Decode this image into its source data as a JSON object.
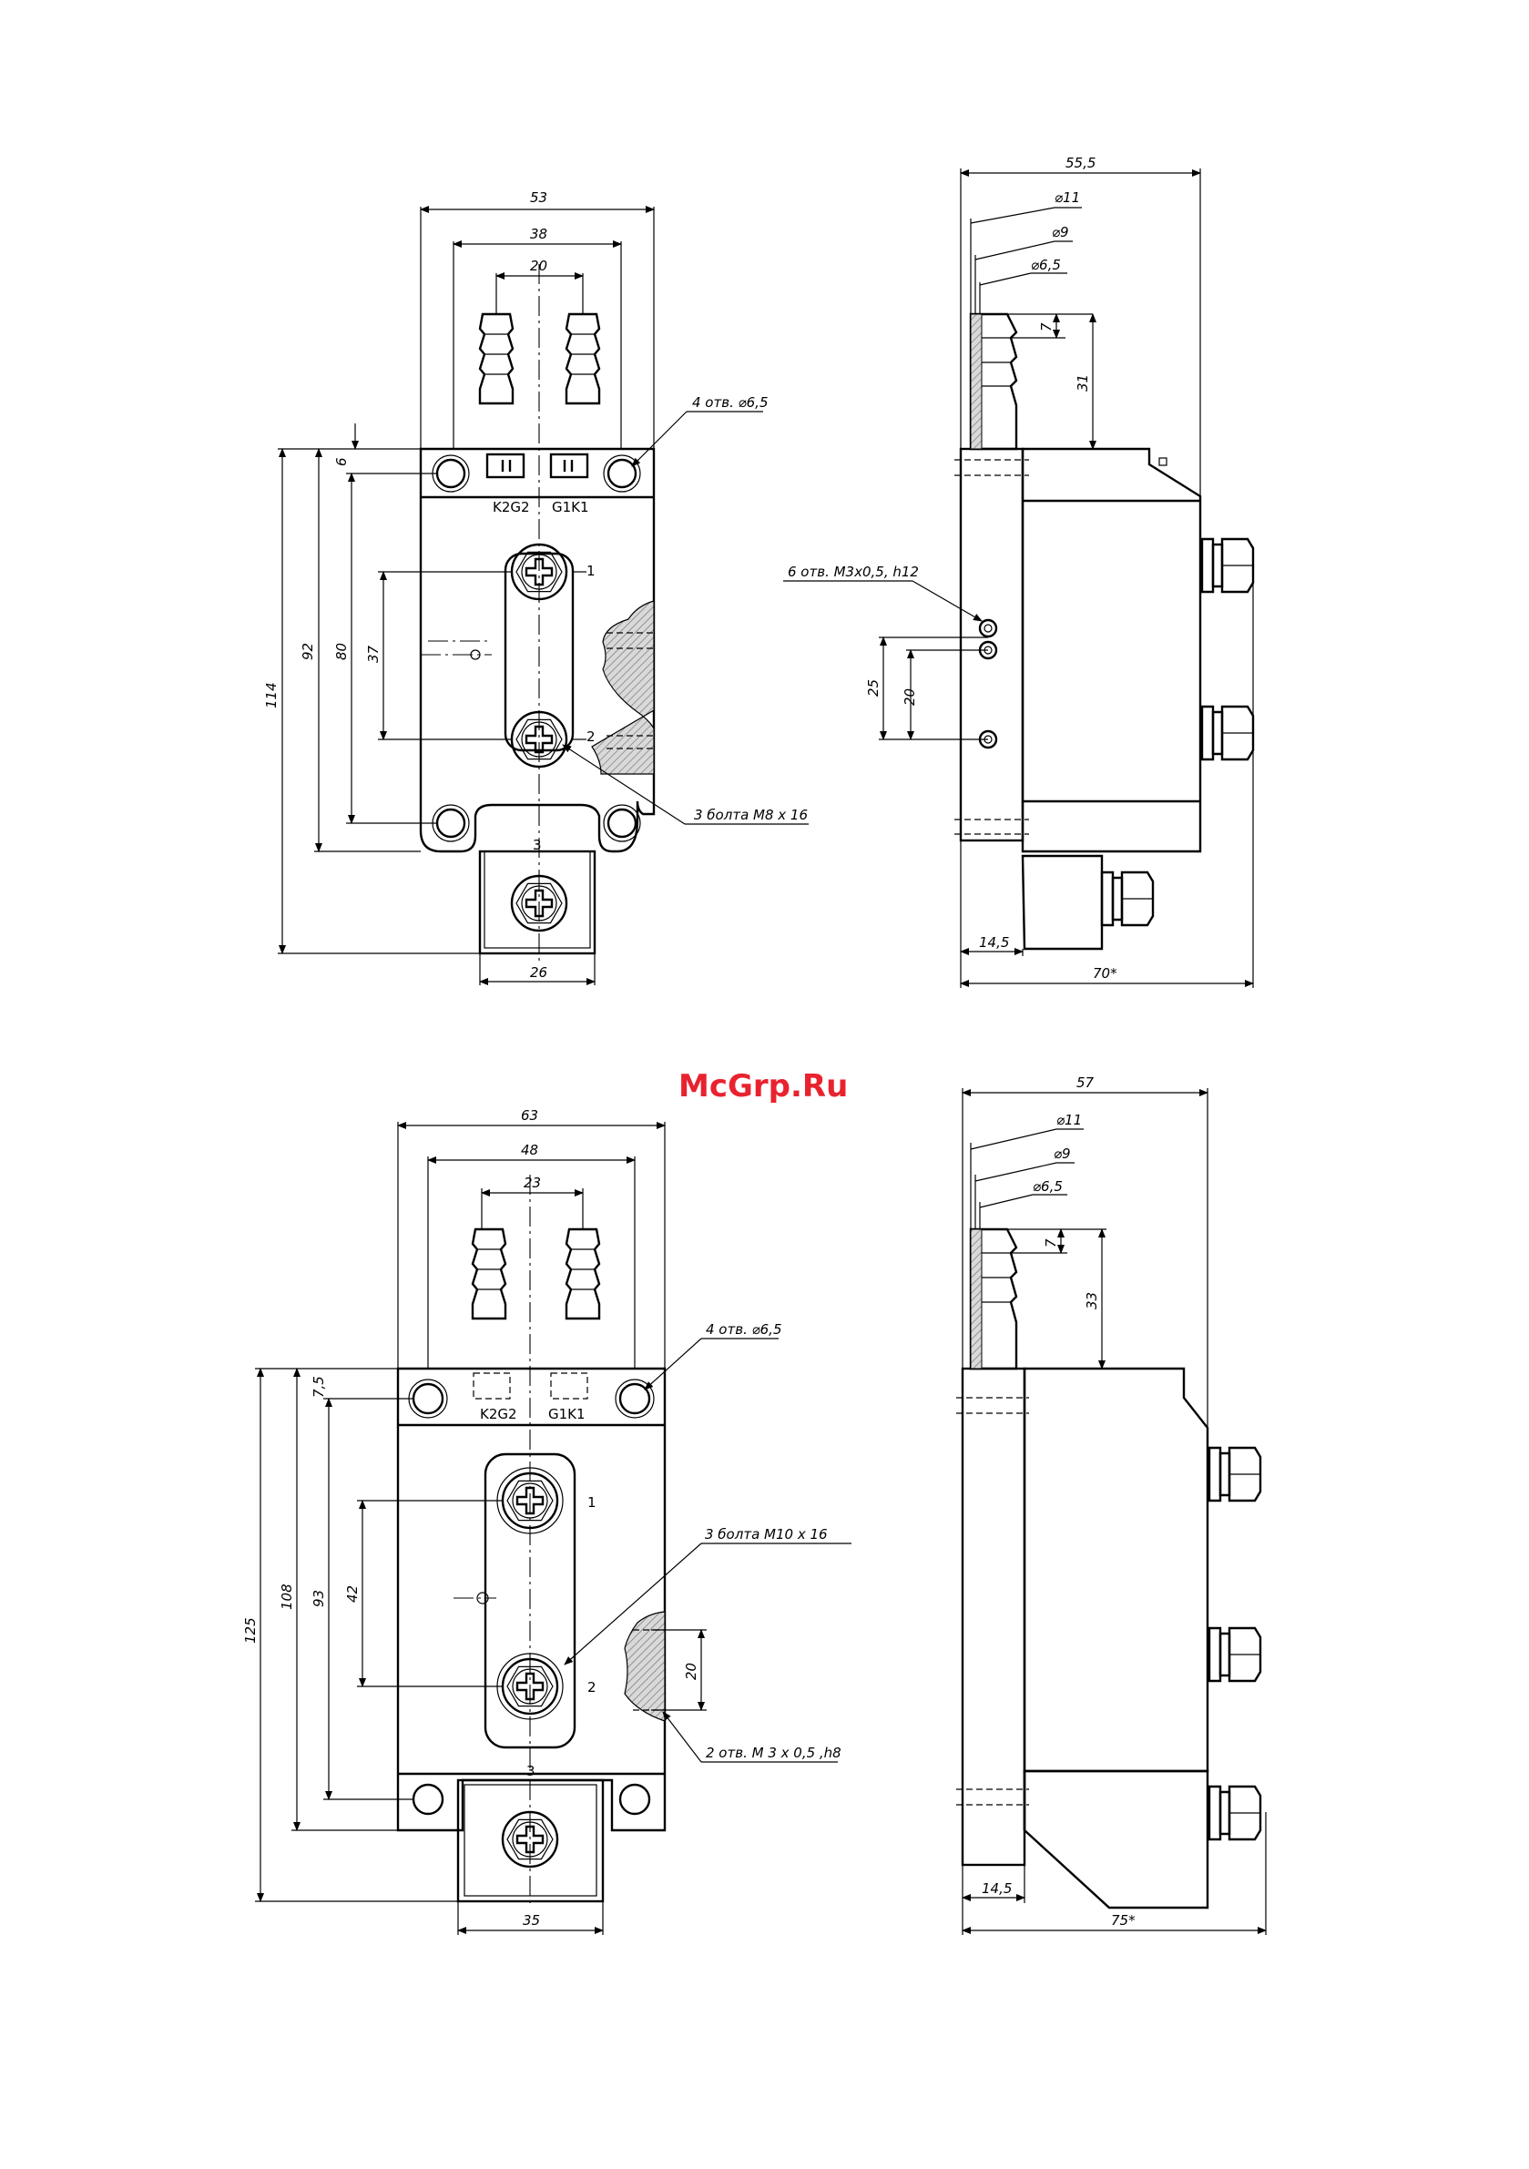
{
  "watermark": "McGrp.Ru",
  "colors": {
    "line": "#000000",
    "watermark": "#e8232f",
    "hatch": "#d9d9d9"
  },
  "drawing_1": {
    "front": {
      "dim_width": "53",
      "dim_pitch_outer": "38",
      "dim_pitch_inner": "20",
      "dim_top_offset": "6",
      "dim_total_height": "114",
      "dim_mount_height": "92",
      "dim_hole_spacing": "80",
      "dim_terminal_spacing": "37",
      "dim_lug_width": "26",
      "callout_holes": "4 отв. ⌀6,5",
      "callout_bolts": "3 болта М8 х 16",
      "label_left_pins": "K2G2",
      "label_right_pins": "G1K1",
      "term_1": "1",
      "term_2": "2",
      "term_3": "3"
    },
    "side": {
      "dim_depth": "55,5",
      "dia_outer": "⌀11",
      "dia_mid": "⌀9",
      "dia_inner": "⌀6,5",
      "dim_fitting_step": "7",
      "dim_fitting_height": "31",
      "callout_holes": "6 отв. М3х0,5, h12",
      "dim_holes_25": "25",
      "dim_holes_20": "20",
      "dim_flange": "14,5",
      "dim_total_depth": "70*"
    }
  },
  "drawing_2": {
    "front": {
      "dim_width": "63",
      "dim_pitch_outer": "48",
      "dim_pitch_inner": "23",
      "dim_top_offset": "7,5",
      "dim_total_height": "125",
      "dim_mount_height": "108",
      "dim_hole_spacing": "93",
      "dim_terminal_spacing": "42",
      "dim_lug_width": "35",
      "dim_holes_20": "20",
      "callout_holes": "4 отв. ⌀6,5",
      "callout_bolts": "3 болта М10 х 16",
      "callout_threads": "2 отв. М 3 х 0,5 ,h8",
      "label_left_pins": "K2G2",
      "label_right_pins": "G1K1",
      "term_1": "1",
      "term_2": "2",
      "term_3": "3"
    },
    "side": {
      "dim_depth": "57",
      "dia_outer": "⌀11",
      "dia_mid": "⌀9",
      "dia_inner": "⌀6,5",
      "dim_fitting_step": "7",
      "dim_fitting_height": "33",
      "dim_flange": "14,5",
      "dim_total_depth": "75*"
    }
  }
}
